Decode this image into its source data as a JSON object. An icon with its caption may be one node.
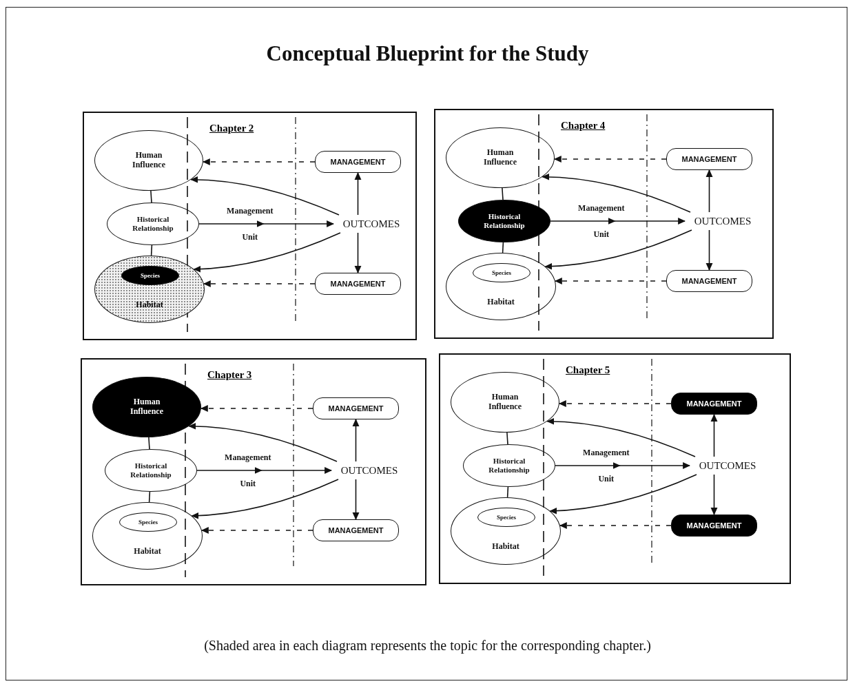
{
  "diagram": {
    "title": "Conceptual Blueprint for the Study",
    "caption": "(Shaded area in each diagram represents the topic for the corresponding chapter.)",
    "nodes": [
      {
        "text": [
          "Chapter 2"
        ]
      },
      {
        "text": [
          "Human Influence"
        ],
        "in": 0
      },
      {
        "text": [
          "MANAGEMENT"
        ],
        "in": 0
      },
      {
        "text": [
          "Historical Relationship"
        ],
        "in": 0
      },
      {
        "text": [
          "OUTCOMES"
        ],
        "in": 0
      },
      {
        "text": [
          "Habitat"
        ],
        "in": 0
      },
      {
        "text": [
          "Species"
        ],
        "in": 5
      },
      {
        "text": [
          "MANAGEMENT"
        ],
        "in": 0
      },
      {
        "text": [
          "Chapter 4"
        ]
      },
      {
        "text": [
          "Human Influence"
        ],
        "in": 8
      },
      {
        "text": [
          "MANAGEMENT"
        ],
        "in": 8
      },
      {
        "text": [
          "Historical Relationship"
        ],
        "in": 8
      },
      {
        "text": [
          "OUTCOMES"
        ],
        "in": 8
      },
      {
        "text": [
          "Habitat"
        ],
        "in": 8
      },
      {
        "text": [
          "Species"
        ],
        "in": 13
      },
      {
        "text": [
          "MANAGEMENT"
        ],
        "in": 8
      },
      {
        "text": [
          "Chapter 3"
        ]
      },
      {
        "text": [
          "Human Influence"
        ],
        "in": 16
      },
      {
        "text": [
          "MANAGEMENT"
        ],
        "in": 16
      },
      {
        "text": [
          "Historical Relationship"
        ],
        "in": 16
      },
      {
        "text": [
          "OUTCOMES"
        ],
        "in": 16
      },
      {
        "text": [
          "Habitat"
        ],
        "in": 16
      },
      {
        "text": [
          "Species"
        ],
        "in": 21
      },
      {
        "text": [
          "MANAGEMENT"
        ],
        "in": 16
      },
      {
        "text": [
          "Chapter 5"
        ]
      },
      {
        "text": [
          "Human Influence"
        ],
        "in": 24
      },
      {
        "text": [
          "MANAGEMENT"
        ],
        "in": 24
      },
      {
        "text": [
          "Historical Relationship"
        ],
        "in": 24
      },
      {
        "text": [
          "OUTCOMES"
        ],
        "in": 24
      },
      {
        "text": [
          "Habitat"
        ],
        "in": 24
      },
      {
        "text": [
          "Species"
        ],
        "in": 29
      },
      {
        "text": [
          "MANAGEMENT"
        ],
        "in": 24
      }
    ],
    "edges": [
      {
        "from": 4,
        "to": 2,
        "arrow": "to"
      },
      {
        "from": 4,
        "to": 7,
        "arrow": "to"
      },
      {
        "from": 4,
        "to": 1,
        "arrow": "to"
      },
      {
        "from": 4,
        "to": 5,
        "arrow": "to"
      },
      {
        "from": 2,
        "to": 1,
        "arrow": "to",
        "style": "dashed"
      },
      {
        "from": 7,
        "to": 5,
        "arrow": "to",
        "style": "dashed"
      },
      {
        "from": 3,
        "to": 4,
        "arrow": "to",
        "label": "Management Unit"
      },
      {
        "from": 1,
        "to": 3,
        "arrow": "none"
      },
      {
        "from": 3,
        "to": 5,
        "arrow": "none"
      },
      {
        "from": 12,
        "to": 10,
        "arrow": "to"
      },
      {
        "from": 12,
        "to": 15,
        "arrow": "to"
      },
      {
        "from": 12,
        "to": 9,
        "arrow": "to"
      },
      {
        "from": 12,
        "to": 13,
        "arrow": "to"
      },
      {
        "from": 10,
        "to": 9,
        "arrow": "to",
        "style": "dashed"
      },
      {
        "from": 15,
        "to": 13,
        "arrow": "to",
        "style": "dashed"
      },
      {
        "from": 11,
        "to": 12,
        "arrow": "to",
        "label": "Management Unit"
      },
      {
        "from": 9,
        "to": 11,
        "arrow": "none"
      },
      {
        "from": 11,
        "to": 13,
        "arrow": "none"
      },
      {
        "from": 20,
        "to": 18,
        "arrow": "to"
      },
      {
        "from": 20,
        "to": 23,
        "arrow": "to"
      },
      {
        "from": 20,
        "to": 17,
        "arrow": "to"
      },
      {
        "from": 20,
        "to": 21,
        "arrow": "to"
      },
      {
        "from": 18,
        "to": 17,
        "arrow": "to",
        "style": "dashed"
      },
      {
        "from": 23,
        "to": 21,
        "arrow": "to",
        "style": "dashed"
      },
      {
        "from": 19,
        "to": 20,
        "arrow": "to",
        "label": "Management Unit"
      },
      {
        "from": 17,
        "to": 19,
        "arrow": "none"
      },
      {
        "from": 19,
        "to": 21,
        "arrow": "none"
      },
      {
        "from": 28,
        "to": 26,
        "arrow": "to"
      },
      {
        "from": 28,
        "to": 31,
        "arrow": "to"
      },
      {
        "from": 28,
        "to": 25,
        "arrow": "to"
      },
      {
        "from": 28,
        "to": 29,
        "arrow": "to"
      },
      {
        "from": 26,
        "to": 25,
        "arrow": "to",
        "style": "dashed"
      },
      {
        "from": 31,
        "to": 29,
        "arrow": "to",
        "style": "dashed"
      },
      {
        "from": 27,
        "to": 28,
        "arrow": "to",
        "label": "Management Unit"
      },
      {
        "from": 25,
        "to": 27,
        "arrow": "none"
      },
      {
        "from": 27,
        "to": 29,
        "arrow": "none"
      }
    ]
  }
}
